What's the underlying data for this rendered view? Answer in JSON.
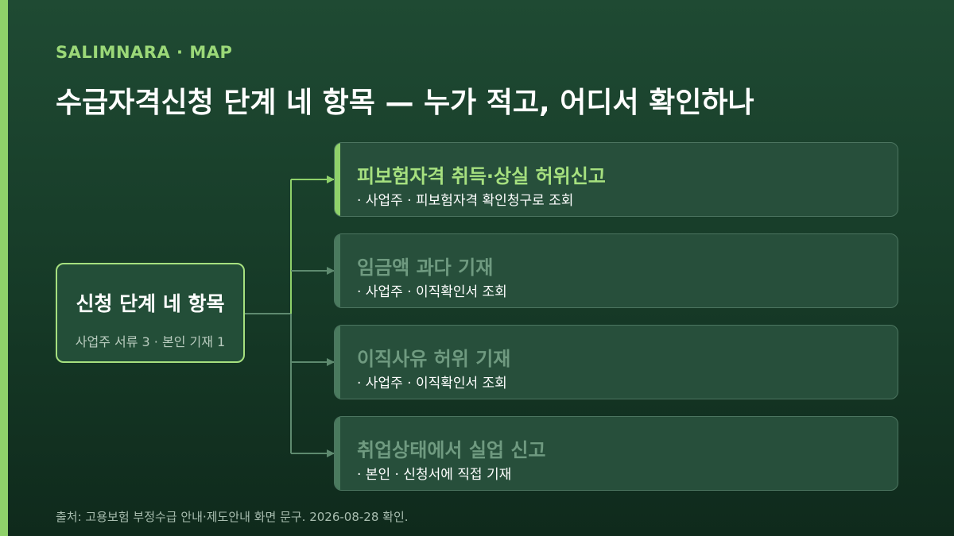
{
  "brand": "SALIMNARA · MAP",
  "title": "수급자격신청 단계 네 항목 — 누가 적고, 어디서 확인하나",
  "root": {
    "title": "신청 단계 네 항목",
    "subtitle": "사업주 서류 3 · 본인 기재 1"
  },
  "items": [
    {
      "title": "피보험자격 취득·상실 허위신고",
      "detail": "· 사업주 · 피보험자격 확인청구로 조회",
      "active": true
    },
    {
      "title": "임금액 과다 기재",
      "detail": "· 사업주 · 이직확인서 조회",
      "active": false
    },
    {
      "title": "이직사유 허위 기재",
      "detail": "· 사업주 · 이직확인서 조회",
      "active": false
    },
    {
      "title": "취업상태에서 실업 신고",
      "detail": "· 본인 · 신청서에 직접 기재",
      "active": false
    }
  ],
  "colors": {
    "accent": "#8fd16a",
    "connector_active": "#8fd16a",
    "connector_inactive": "#5e8a6f"
  },
  "source": "출처: 고용보험 부정수급 안내·제도안내 화면 문구. 2026-08-28 확인."
}
